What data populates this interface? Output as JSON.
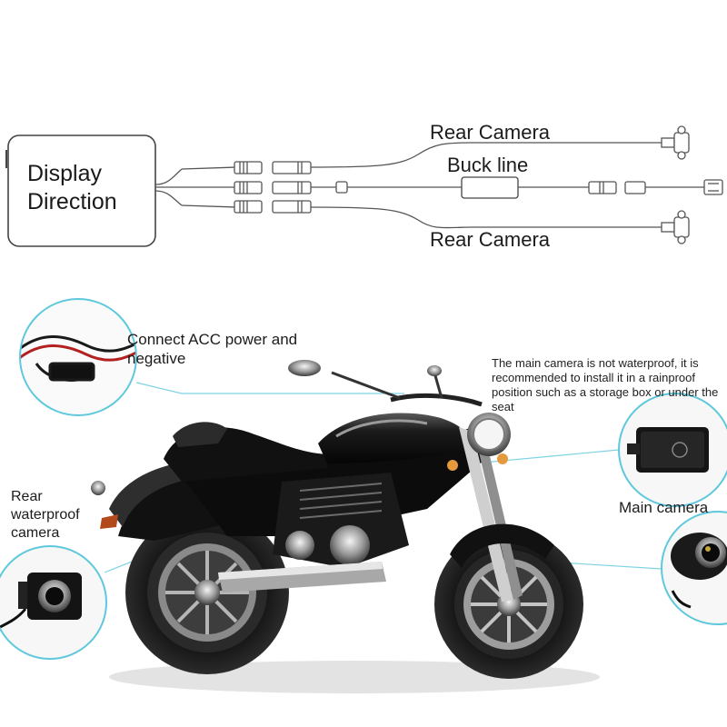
{
  "wiring": {
    "display_line1": "Display",
    "display_line2": "Direction",
    "rear_camera_top": "Rear Camera",
    "buck_line": "Buck line",
    "rear_camera_bottom": "Rear Camera"
  },
  "callouts": {
    "acc_power": "Connect ACC power and negative",
    "main_camera_note": "The main camera is not waterproof, it is recommended to install it in a rainproof position such as a storage box or under the seat",
    "main_camera": "Main camera",
    "rear_waterproof": "Rear waterproof camera"
  },
  "colors": {
    "callout_ring": "#5ec8dc",
    "leader_line": "#7fd3e3",
    "cable": "#555555"
  }
}
